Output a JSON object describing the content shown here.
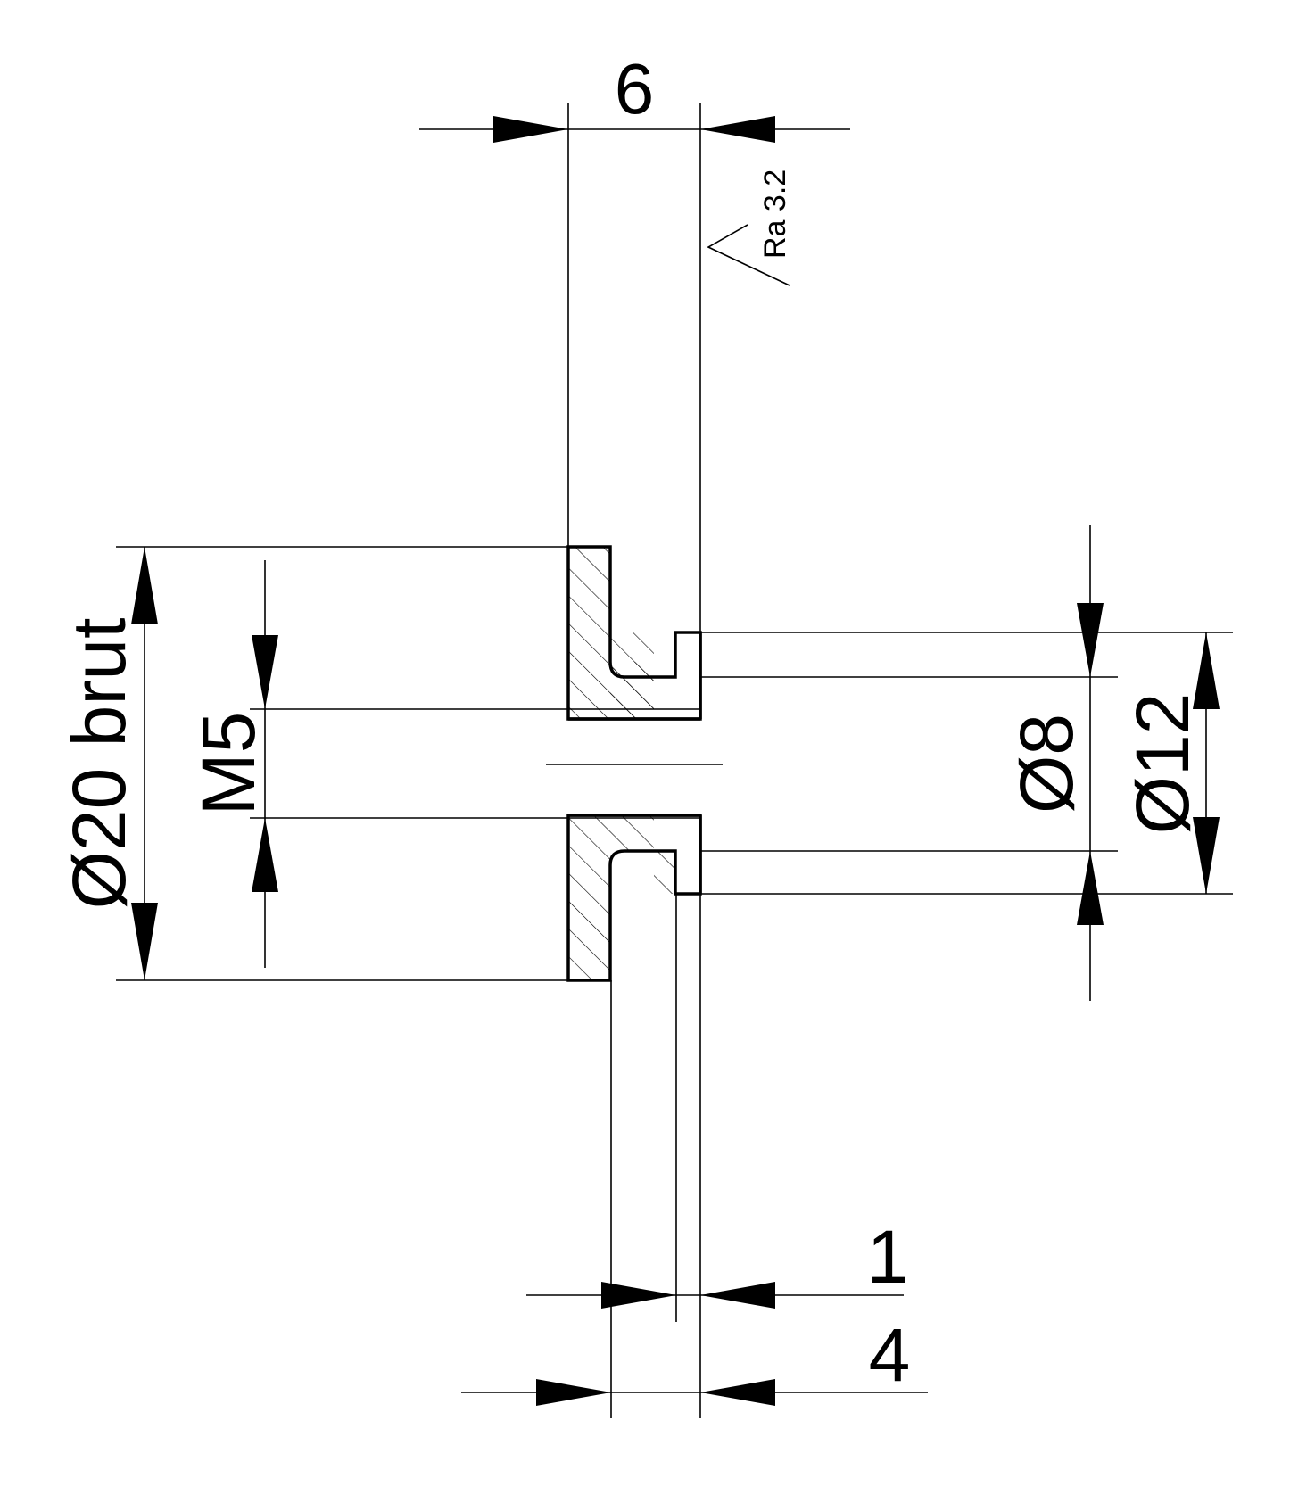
{
  "drawing": {
    "dimensions": {
      "overall_width": "6",
      "outer_diameter": "Ø20 brut",
      "thread": "M5",
      "bore_diameter": "Ø8",
      "hub_diameter": "Ø12",
      "shoulder_width": "1",
      "hub_length": "4"
    },
    "surface_finish": "Ra 3.2"
  }
}
